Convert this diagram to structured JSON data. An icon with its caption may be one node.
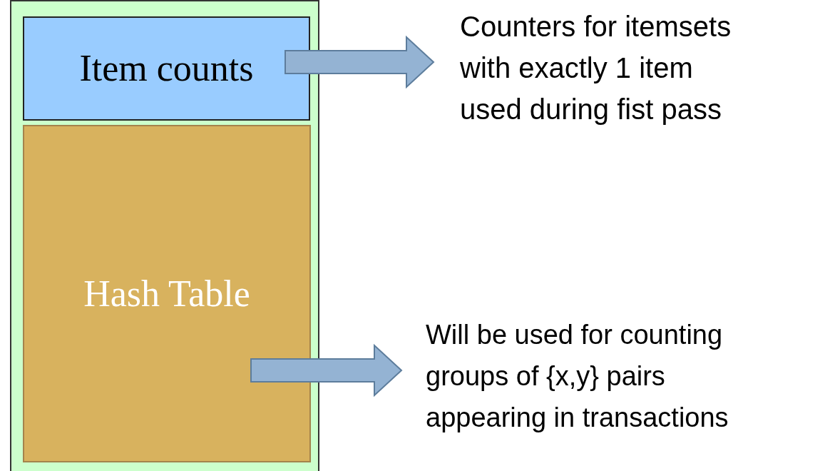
{
  "diagram": {
    "nodes": [
      {
        "text": [],
        "shape": "box"
      },
      {
        "text": [
          "Item counts"
        ],
        "in": 0
      },
      {
        "text": [
          "Hash Table"
        ],
        "in": 0
      },
      {
        "text": [
          "Counters for itemsets with exactly 1 item used during fist pass"
        ]
      },
      {
        "text": [
          "Will be used for counting groups of {x,y} pairs appearing in transactions"
        ]
      }
    ],
    "edges": [
      {
        "from": 1,
        "to": 3,
        "arrow": "to",
        "style": "thick"
      },
      {
        "from": 2,
        "to": 4,
        "arrow": "to",
        "style": "thick"
      }
    ]
  }
}
